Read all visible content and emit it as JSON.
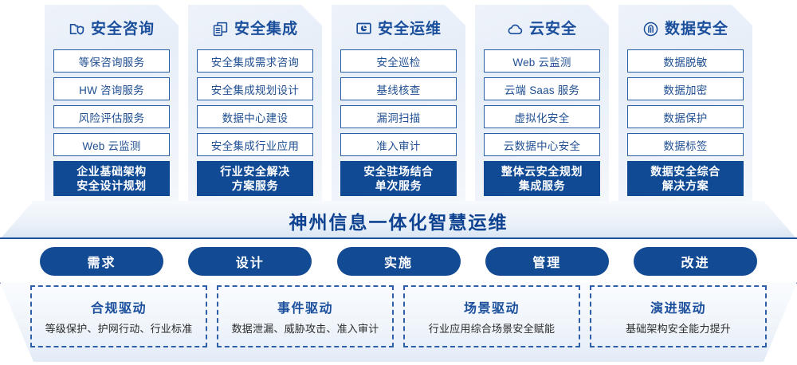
{
  "columns": [
    {
      "icon": "folder-shield-icon",
      "title": "安全咨询",
      "items": [
        "等保咨询服务",
        "HW 咨询服务",
        "风险评估服务",
        "Web 云监测"
      ],
      "footer": [
        "企业基础架构",
        "安全设计规划"
      ]
    },
    {
      "icon": "stacked-documents-icon",
      "title": "安全集成",
      "items": [
        "安全集成需求咨询",
        "安全集成规划设计",
        "数据中心建设",
        "安全集成行业应用"
      ],
      "footer": [
        "行业安全解决",
        "方案服务"
      ]
    },
    {
      "icon": "monitor-chart-icon",
      "title": "安全运维",
      "items": [
        "安全巡检",
        "基线核查",
        "漏洞扫描",
        "准入审计"
      ],
      "footer": [
        "安全驻场结合",
        "单次服务"
      ]
    },
    {
      "icon": "cloud-icon",
      "title": "云安全",
      "items": [
        "Web 云监测",
        "云端 Saas 服务",
        "虚拟化安全",
        "云数据中心安全"
      ],
      "footer": [
        "整体云安全规划",
        "集成服务"
      ]
    },
    {
      "icon": "fingerprint-icon",
      "title": "数据安全",
      "items": [
        "数据脱敏",
        "数据加密",
        "数据保护",
        "数据标签"
      ],
      "footer": [
        "数据安全综合",
        "解决方案"
      ]
    }
  ],
  "banner": {
    "text": "神州信息一体化智慧运维"
  },
  "phases": [
    {
      "label": "需求"
    },
    {
      "label": "设计"
    },
    {
      "label": "实施"
    },
    {
      "label": "管理"
    },
    {
      "label": "改进"
    }
  ],
  "drivers": [
    {
      "title": "合规驱动",
      "subtitle": "等级保护、护网行动、行业标准"
    },
    {
      "title": "事件驱动",
      "subtitle": "数据泄漏、威胁攻击、准入审计"
    },
    {
      "title": "场景驱动",
      "subtitle": "行业应用综合场景安全赋能"
    },
    {
      "title": "演进驱动",
      "subtitle": "基础架构安全能力提升"
    }
  ],
  "colors": {
    "primary_blue": "#104a95",
    "title_blue": "#1b4f9c",
    "item_border": "#2a5fa5",
    "item_text": "#1f4f92",
    "card_bg": "#eef3fa",
    "white": "#ffffff"
  }
}
